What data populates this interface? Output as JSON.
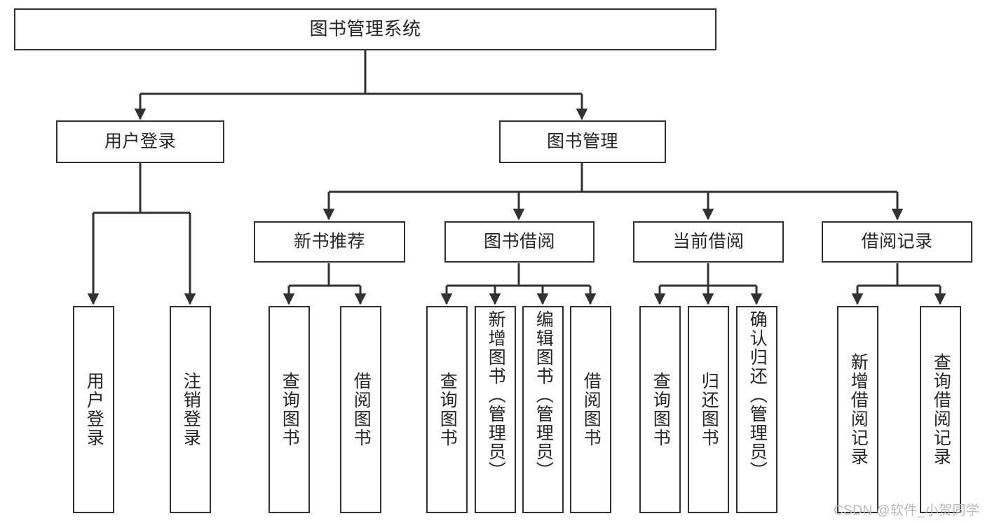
{
  "diagram": {
    "type": "tree",
    "title": "图书管理系统",
    "colors": {
      "box_border": "#33312f",
      "box_fill": "#ffffff",
      "edge": "#33312f",
      "text": "#262524",
      "background": "#ffffff",
      "watermark": "#b9b9b9"
    },
    "root": {
      "label": "图书管理系统"
    },
    "level2": [
      {
        "label": "用户登录"
      },
      {
        "label": "图书管理"
      }
    ],
    "level3": [
      {
        "label": "新书推荐"
      },
      {
        "label": "图书借阅"
      },
      {
        "label": "当前借阅"
      },
      {
        "label": "借阅记录"
      }
    ],
    "leaves": {
      "user_login": [
        {
          "label": "用户登录"
        },
        {
          "label": "注销登录"
        }
      ],
      "new_book_recommend": [
        {
          "label": "查询图书"
        },
        {
          "label": "借阅图书"
        }
      ],
      "book_borrow": [
        {
          "label": "查询图书"
        },
        {
          "label": "新增图书（管理员）"
        },
        {
          "label": "编辑图书（管理员）"
        },
        {
          "label": "借阅图书"
        }
      ],
      "current_borrow": [
        {
          "label": "查询图书"
        },
        {
          "label": "归还图书"
        },
        {
          "label": "确认归还（管理员）"
        }
      ],
      "borrow_record": [
        {
          "label": "新增借阅记录"
        },
        {
          "label": "查询借阅记录"
        }
      ]
    }
  },
  "watermark": {
    "text": "CSDN @软件_小贺同学"
  }
}
